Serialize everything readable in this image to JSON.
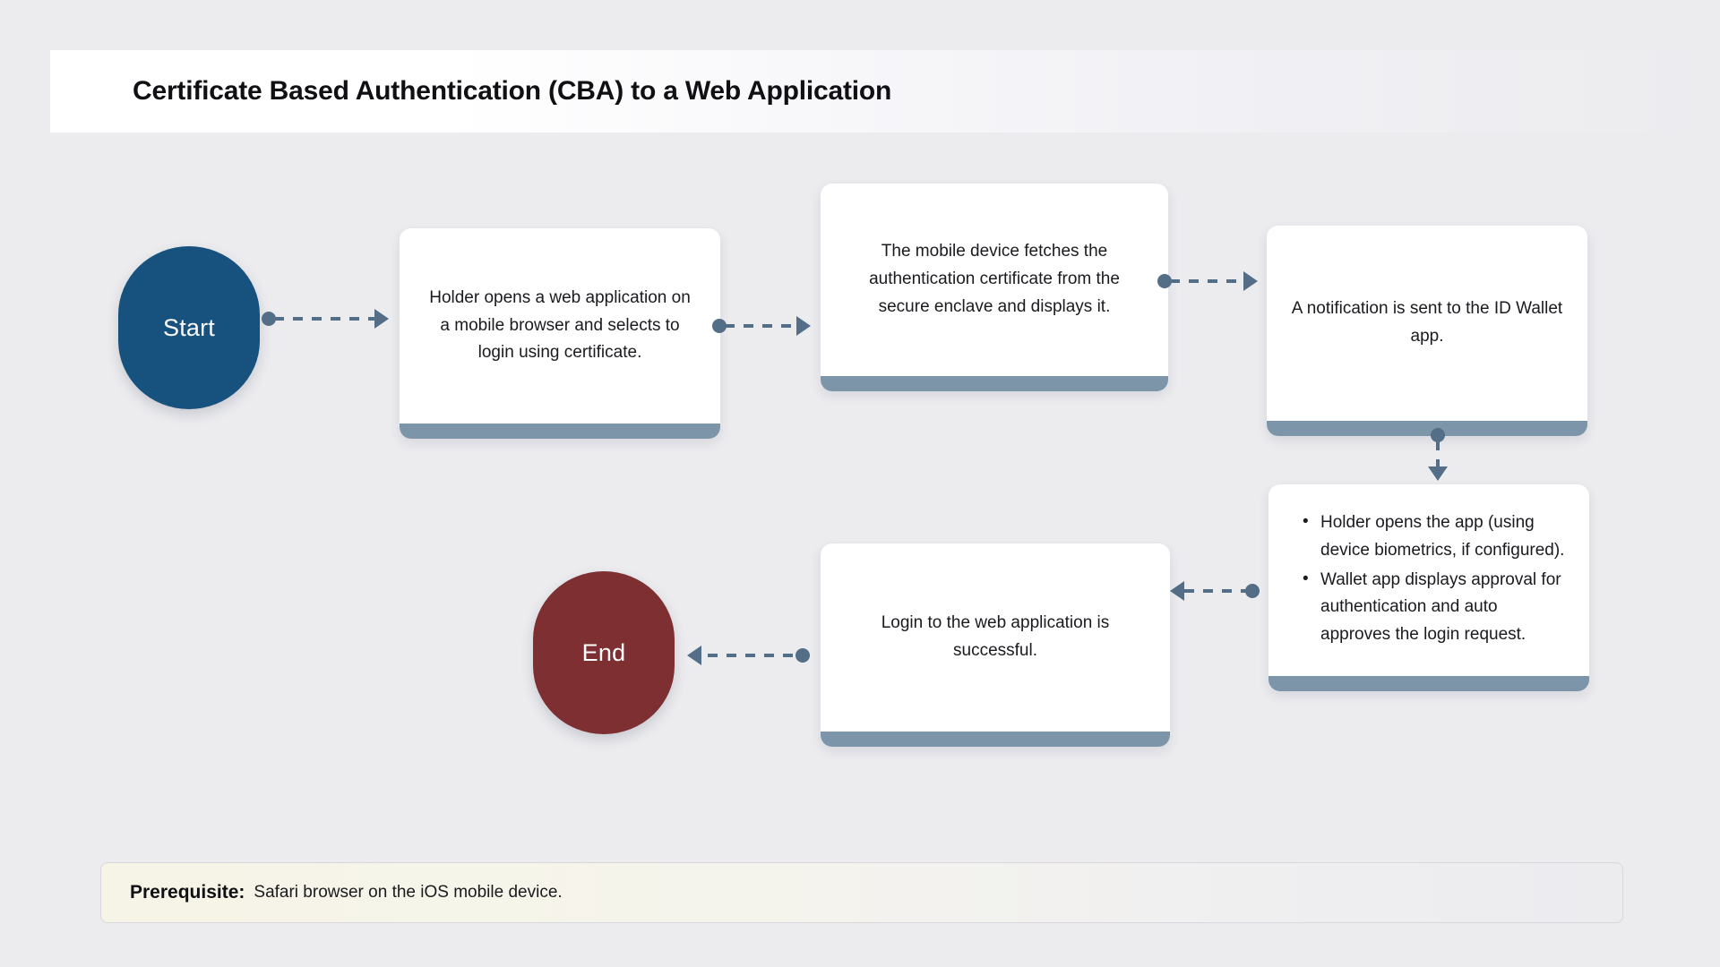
{
  "page": {
    "title": "Certificate Based Authentication (CBA) to a Web Application",
    "background_color": "#ececef"
  },
  "colors": {
    "start_node": "#17527f",
    "end_node": "#7d2f31",
    "card_bar": "#7d95a9",
    "connector": "#536e86",
    "card_background": "#ffffff",
    "prerequisite_background": "#f6f4e6"
  },
  "nodes": {
    "start": {
      "label": "Start",
      "shape": "terminator"
    },
    "end": {
      "label": "End",
      "shape": "terminator"
    },
    "card_1": {
      "text": "Holder opens a web application on a mobile browser and selects to login using certificate."
    },
    "card_2": {
      "text": "The mobile device fetches the authentication certificate from the secure enclave and displays it."
    },
    "card_3": {
      "text": "A notification is sent to the ID Wallet app."
    },
    "card_4": {
      "bullets": [
        "Holder opens the app (using device biometrics, if configured).",
        "Wallet app displays approval for authentication and auto approves the login request."
      ]
    },
    "card_5": {
      "text": "Login to the web application is successful."
    }
  },
  "prerequisite": {
    "label": "Prerequisite:",
    "value": "Safari browser on the iOS mobile device."
  },
  "flow": [
    {
      "from": "start",
      "to": "card_1",
      "direction": "right"
    },
    {
      "from": "card_1",
      "to": "card_2",
      "direction": "right"
    },
    {
      "from": "card_2",
      "to": "card_3",
      "direction": "right"
    },
    {
      "from": "card_3",
      "to": "card_4",
      "direction": "down"
    },
    {
      "from": "card_4",
      "to": "card_5",
      "direction": "left"
    },
    {
      "from": "card_5",
      "to": "end",
      "direction": "left"
    }
  ]
}
